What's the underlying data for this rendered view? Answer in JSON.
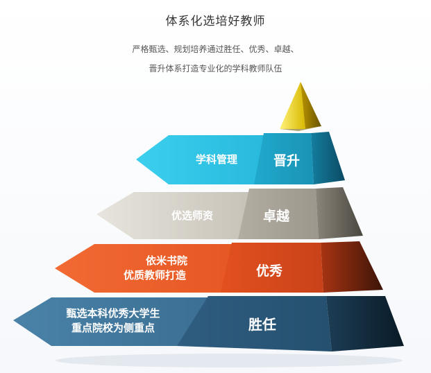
{
  "header": {
    "title": "体系化选培好教师",
    "subtitle_line1": "严格甄选、规划培养通过胜任、优秀、卓越、",
    "subtitle_line2": "晋升体系打造专业化的学科教师队伍"
  },
  "pyramid": {
    "levels": [
      {
        "label": "晋升",
        "arrow_lines": [
          "学科管理"
        ]
      },
      {
        "label": "卓越",
        "arrow_lines": [
          "优选师资"
        ]
      },
      {
        "label": "优秀",
        "arrow_lines": [
          "依米书院",
          "优质教师打造"
        ]
      },
      {
        "label": "胜任",
        "arrow_lines": [
          "甄选本科优秀大学生",
          "重点院校为侧重点"
        ]
      }
    ]
  },
  "colors": {
    "top": "#e8c800",
    "level1": "#2fc3e0",
    "level2": "#c9c5bb",
    "level3": "#ef5a24",
    "level4": "#3d6e92"
  }
}
